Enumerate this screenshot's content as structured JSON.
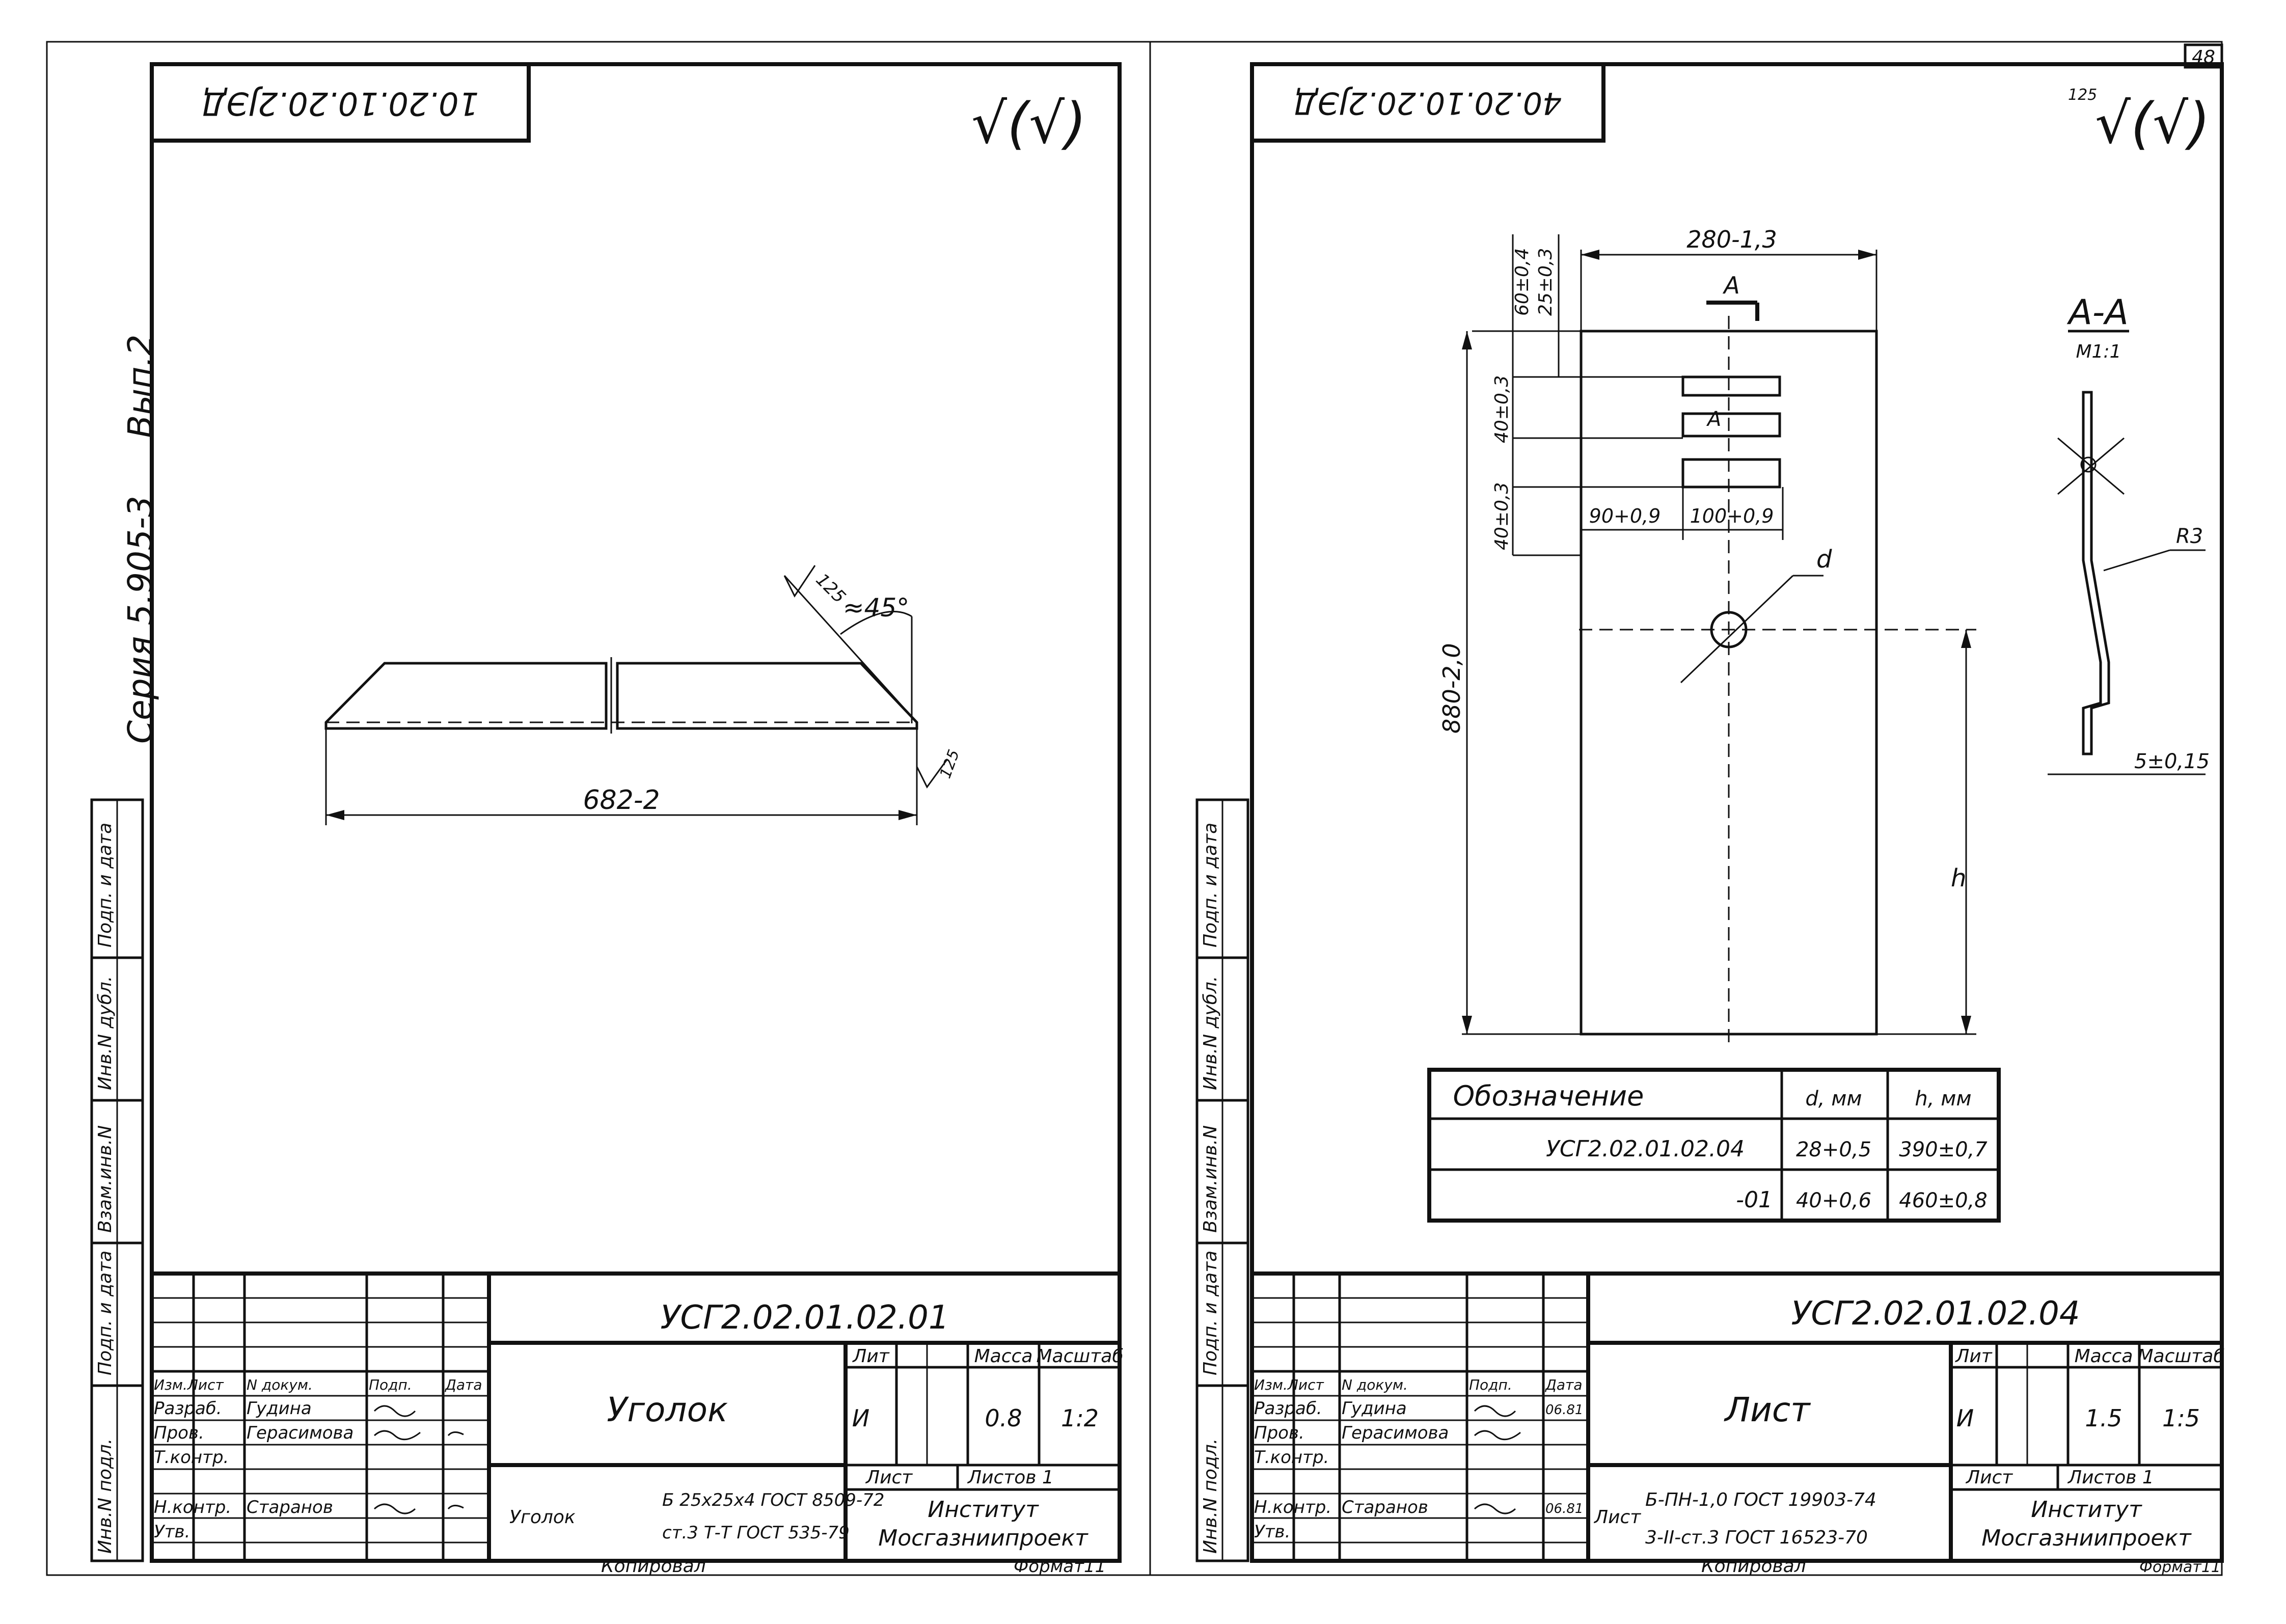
{
  "sheet_number": "48",
  "left_sheet": {
    "rotated_code": "10.20.10.20.2ЈЭД",
    "roughness_mark": "√(√)",
    "series_label": "Серия 5.905-3",
    "issue_label": "Вып.2",
    "chamfer_angle": "≈45°",
    "roughness_a": "125",
    "roughness_b": "125",
    "length_dim": "682-2",
    "side_labels": [
      "Инв.N подл.",
      "Подп. и дата",
      "Взам.инв.N",
      "Инв.N дубл.",
      "Подп. и дата"
    ],
    "doc_code": "УСГ2.02.01.02.01",
    "title": "Уголок",
    "headers": {
      "lit": "Лит",
      "mass": "Масса",
      "scale": "Масштаб"
    },
    "lit_value": "И",
    "mass_value": "0.8",
    "scale_value": "1:2",
    "sheet_label": "Лист",
    "sheets_label": "Листов 1",
    "signature_rows": [
      {
        "role": "Изм.Лист",
        "name": "N докум.",
        "sign": "Подп.",
        "date": "Дата"
      },
      {
        "role": "Разраб.",
        "name": "Гудина",
        "sign": "",
        "date": ""
      },
      {
        "role": "Пров.",
        "name": "Герасимова",
        "sign": "",
        "date": ""
      },
      {
        "role": "Т.контр.",
        "name": "",
        "sign": "",
        "date": ""
      },
      {
        "role": "Н.контр.",
        "name": "Старанов",
        "sign": "",
        "date": ""
      },
      {
        "role": "Утв.",
        "name": "",
        "sign": "",
        "date": ""
      }
    ],
    "material_prefix": "Уголок",
    "material_line1": "Б 25х25х4 ГОСТ 8509-72",
    "material_line2": "ст.3 Т-Т ГОСТ 535-79",
    "institute_line1": "Институт",
    "institute_line2": "Мосгазниипроект",
    "copied": "Копировал",
    "format": "Формат11"
  },
  "right_sheet": {
    "rotated_code": "40.20.10.20.2ЈЭД",
    "roughness_top": "125",
    "roughness_mark": "√(√)",
    "dims": {
      "width": "280-1,3",
      "top1": "60±0,4",
      "top2": "25±0,3",
      "gap1": "40±0,3",
      "gap2": "40±0,3",
      "slot_left": "90+0,9",
      "slot_width": "100+0,9",
      "height": "880-2,0",
      "h": "h",
      "d": "d",
      "section_label": "A",
      "section_label2": "A"
    },
    "section_title": "A-A",
    "section_scale": "М1:1",
    "radius": "R3",
    "thickness": "5±0,15",
    "table": {
      "headers": [
        "Обозначение",
        "d, мм",
        "h, мм"
      ],
      "rows": [
        [
          "УСГ2.02.01.02.04",
          "28+0,5",
          "390±0,7"
        ],
        [
          "-01",
          "40+0,6",
          "460±0,8"
        ]
      ]
    },
    "side_labels": [
      "Инв.N подл.",
      "Подп. и дата",
      "Взам.инв.N",
      "Инв.N дубл.",
      "Подп. и дата"
    ],
    "doc_code": "УСГ2.02.01.02.04",
    "title": "Лист",
    "headers": {
      "lit": "Лит",
      "mass": "Масса",
      "scale": "Масштаб"
    },
    "lit_value": "И",
    "mass_value": "1.5",
    "scale_value": "1:5",
    "sheet_label": "Лист",
    "sheets_label": "Листов 1",
    "signature_rows": [
      {
        "role": "Изм.Лист",
        "name": "N докум.",
        "sign": "Подп.",
        "date": "Дата"
      },
      {
        "role": "Разраб.",
        "name": "Гудина",
        "sign": "",
        "date": "06.81"
      },
      {
        "role": "Пров.",
        "name": "Герасимова",
        "sign": "",
        "date": ""
      },
      {
        "role": "Т.контр.",
        "name": "",
        "sign": "",
        "date": ""
      },
      {
        "role": "Н.контр.",
        "name": "Старанов",
        "sign": "",
        "date": "06.81"
      },
      {
        "role": "Утв.",
        "name": "",
        "sign": "",
        "date": ""
      }
    ],
    "material_prefix": "Лист",
    "material_line1": "Б-ПН-1,0 ГОСТ 19903-74",
    "material_line2": "3-II-ст.3 ГОСТ 16523-70",
    "institute_line1": "Институт",
    "institute_line2": "Мосгазниипроект",
    "copied": "Копировал",
    "format": "Формат11"
  }
}
